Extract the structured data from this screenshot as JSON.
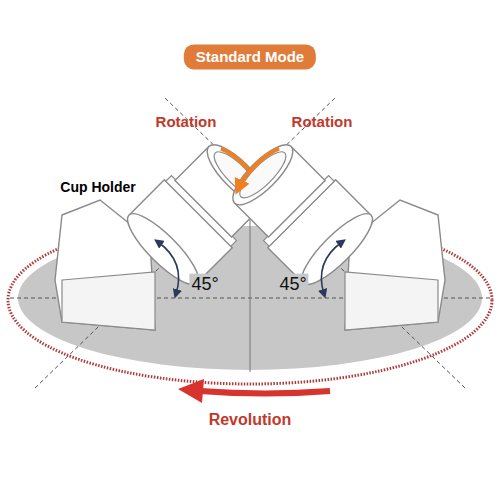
{
  "diagram": {
    "title": "Standard Mode",
    "labels": [
      "Rotation",
      "Rotation",
      "Cup Holder",
      "45°",
      "45°",
      "Revolution"
    ]
  }
}
